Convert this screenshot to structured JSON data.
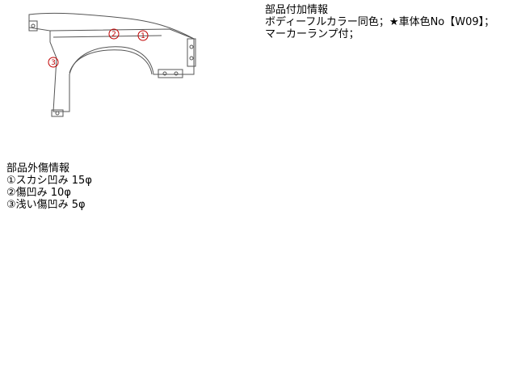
{
  "part_info": {
    "title": "部品付加情報",
    "lines": [
      "ボディーフルカラー同色；★車体色No【W09】；",
      "マーカーランプ付；"
    ]
  },
  "damage_info": {
    "title": "部品外傷情報",
    "items": [
      "①スカシ凹み 15φ",
      "②傷凹み 10φ",
      "③浅い傷凹み 5φ"
    ]
  },
  "diagram": {
    "markers": [
      "1",
      "2",
      "3"
    ],
    "line_color": "#555555",
    "marker_color": "#c00000"
  }
}
